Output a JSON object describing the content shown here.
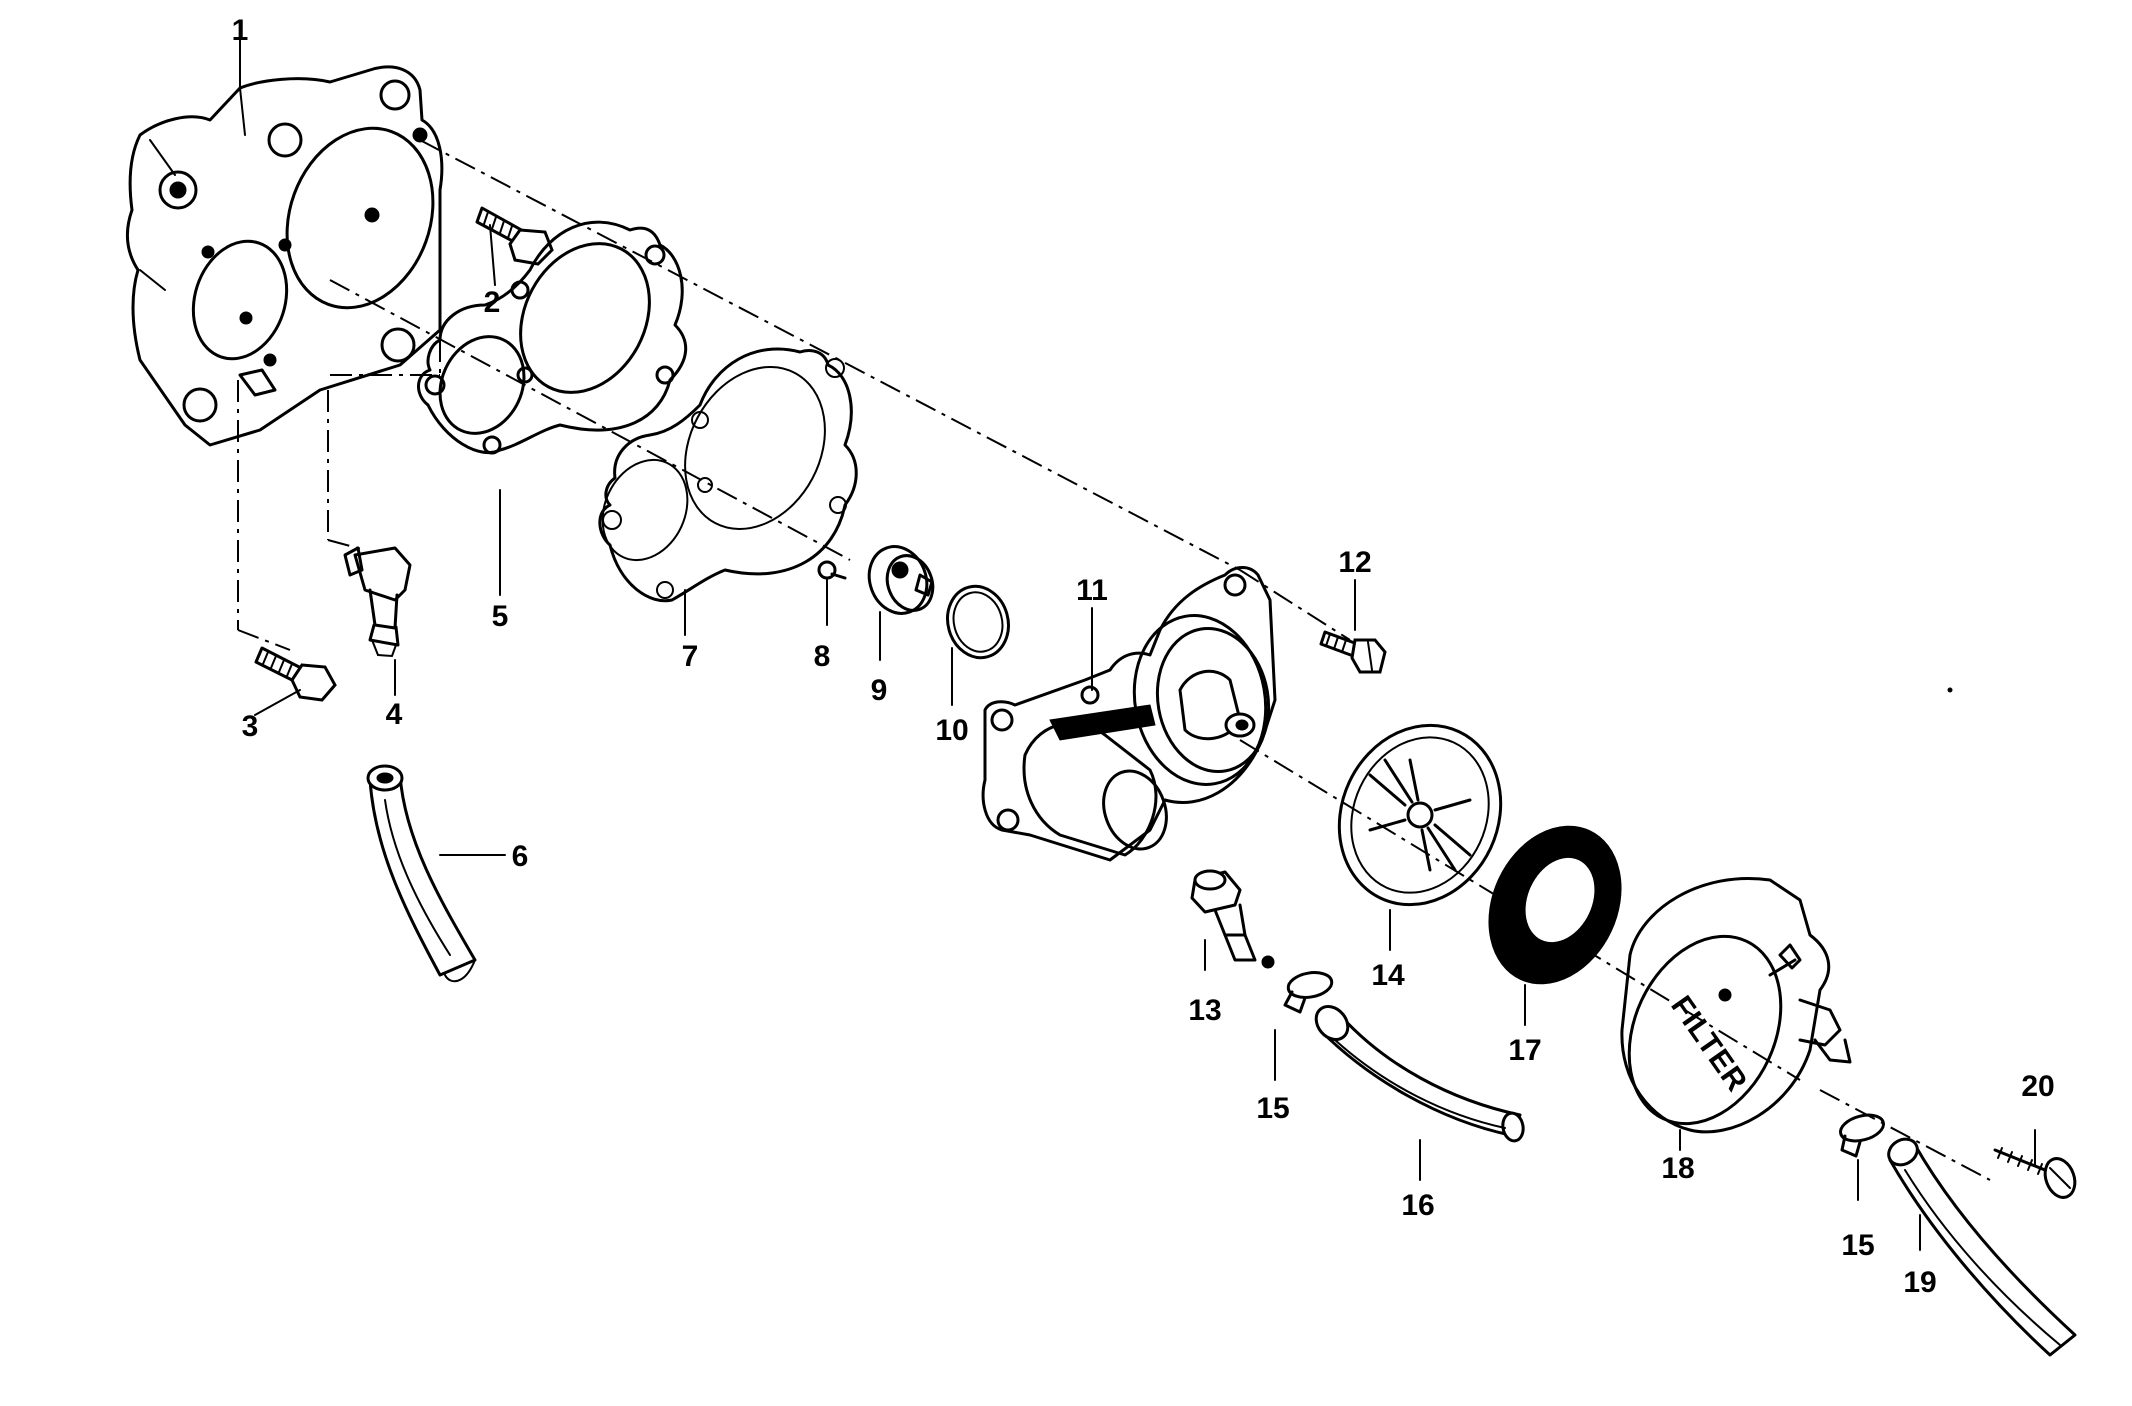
{
  "diagram": {
    "callouts": [
      {
        "id": "1",
        "label": "1"
      },
      {
        "id": "2",
        "label": "2"
      },
      {
        "id": "3",
        "label": "3"
      },
      {
        "id": "4",
        "label": "4"
      },
      {
        "id": "5",
        "label": "5"
      },
      {
        "id": "6",
        "label": "6"
      },
      {
        "id": "7",
        "label": "7"
      },
      {
        "id": "8",
        "label": "8"
      },
      {
        "id": "9",
        "label": "9"
      },
      {
        "id": "10",
        "label": "10"
      },
      {
        "id": "11",
        "label": "11"
      },
      {
        "id": "12",
        "label": "12"
      },
      {
        "id": "13",
        "label": "13"
      },
      {
        "id": "14",
        "label": "14"
      },
      {
        "id": "15a",
        "label": "15"
      },
      {
        "id": "15b",
        "label": "15"
      },
      {
        "id": "16",
        "label": "16"
      },
      {
        "id": "17",
        "label": "17"
      },
      {
        "id": "18",
        "label": "18"
      },
      {
        "id": "19",
        "label": "19"
      },
      {
        "id": "20",
        "label": "20"
      }
    ],
    "filter_housing_text": "FILTER"
  }
}
